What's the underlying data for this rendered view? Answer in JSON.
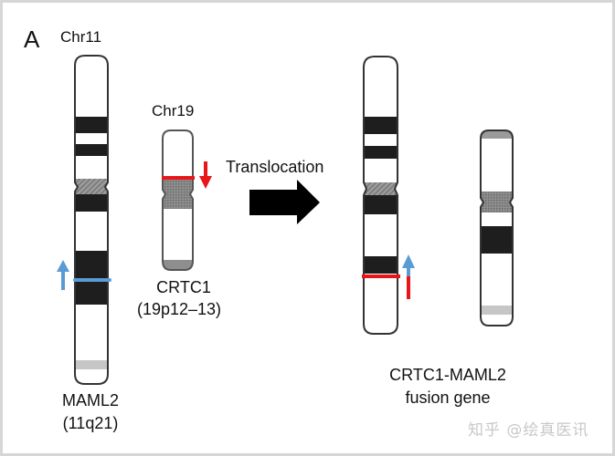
{
  "panel_label": "A",
  "left": {
    "chr11": {
      "title": "Chr11",
      "gene_name": "MAML2",
      "locus": "(11q21)",
      "breakpoint_color": "#5b9bd5",
      "arrow_direction": "up"
    },
    "chr19": {
      "title": "Chr19",
      "gene_name": "CRTC1",
      "locus": "(19p12–13)",
      "breakpoint_color": "#e8161b",
      "arrow_direction": "down"
    }
  },
  "transition": {
    "label": "Translocation",
    "arrow_color": "#000000"
  },
  "right": {
    "fusion_label_line1": "CRTC1-MAML2",
    "fusion_label_line2": "fusion gene",
    "derivative_chr11_arrows": [
      "blue-up",
      "red"
    ]
  },
  "colors": {
    "dark_band": "#1e1e1e",
    "centromere": "#8a8a8a",
    "light_band": "#c6c6c6",
    "outline": "#333333",
    "blue": "#5b9bd5",
    "red": "#e8161b"
  },
  "watermark": "知乎 @绘真医讯"
}
